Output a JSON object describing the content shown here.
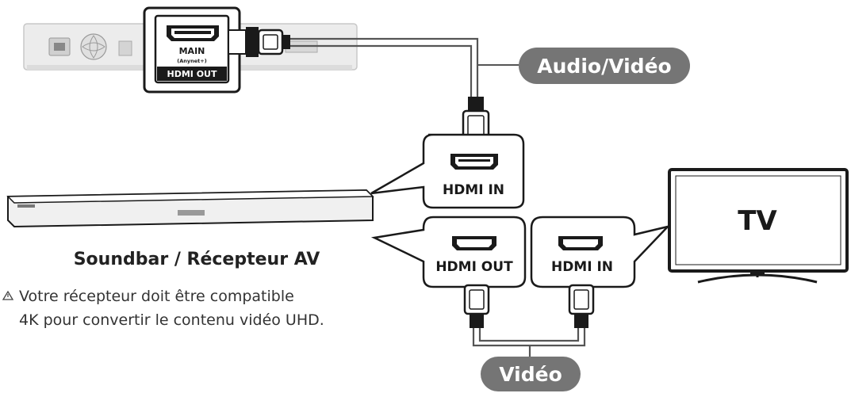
{
  "player": {
    "port_main_label": "MAIN",
    "port_anynet_label": "(Anynet+)",
    "port_out_label": "HDMI OUT"
  },
  "callouts": {
    "audio_video": "Audio/Vidéo",
    "video": "Vidéo"
  },
  "soundbar": {
    "hdmi_in_label": "HDMI IN",
    "hdmi_out_label": "HDMI OUT",
    "name": "Soundbar / Récepteur AV",
    "note_line1": "Votre récepteur doit être compatible",
    "note_line2": "4K pour convertir le contenu vidéo UHD."
  },
  "tv": {
    "label": "TV",
    "hdmi_in_label": "HDMI IN"
  },
  "colors": {
    "pill": "#757575",
    "stroke": "#1a1a1a",
    "device_gray": "#e6e6e6"
  }
}
